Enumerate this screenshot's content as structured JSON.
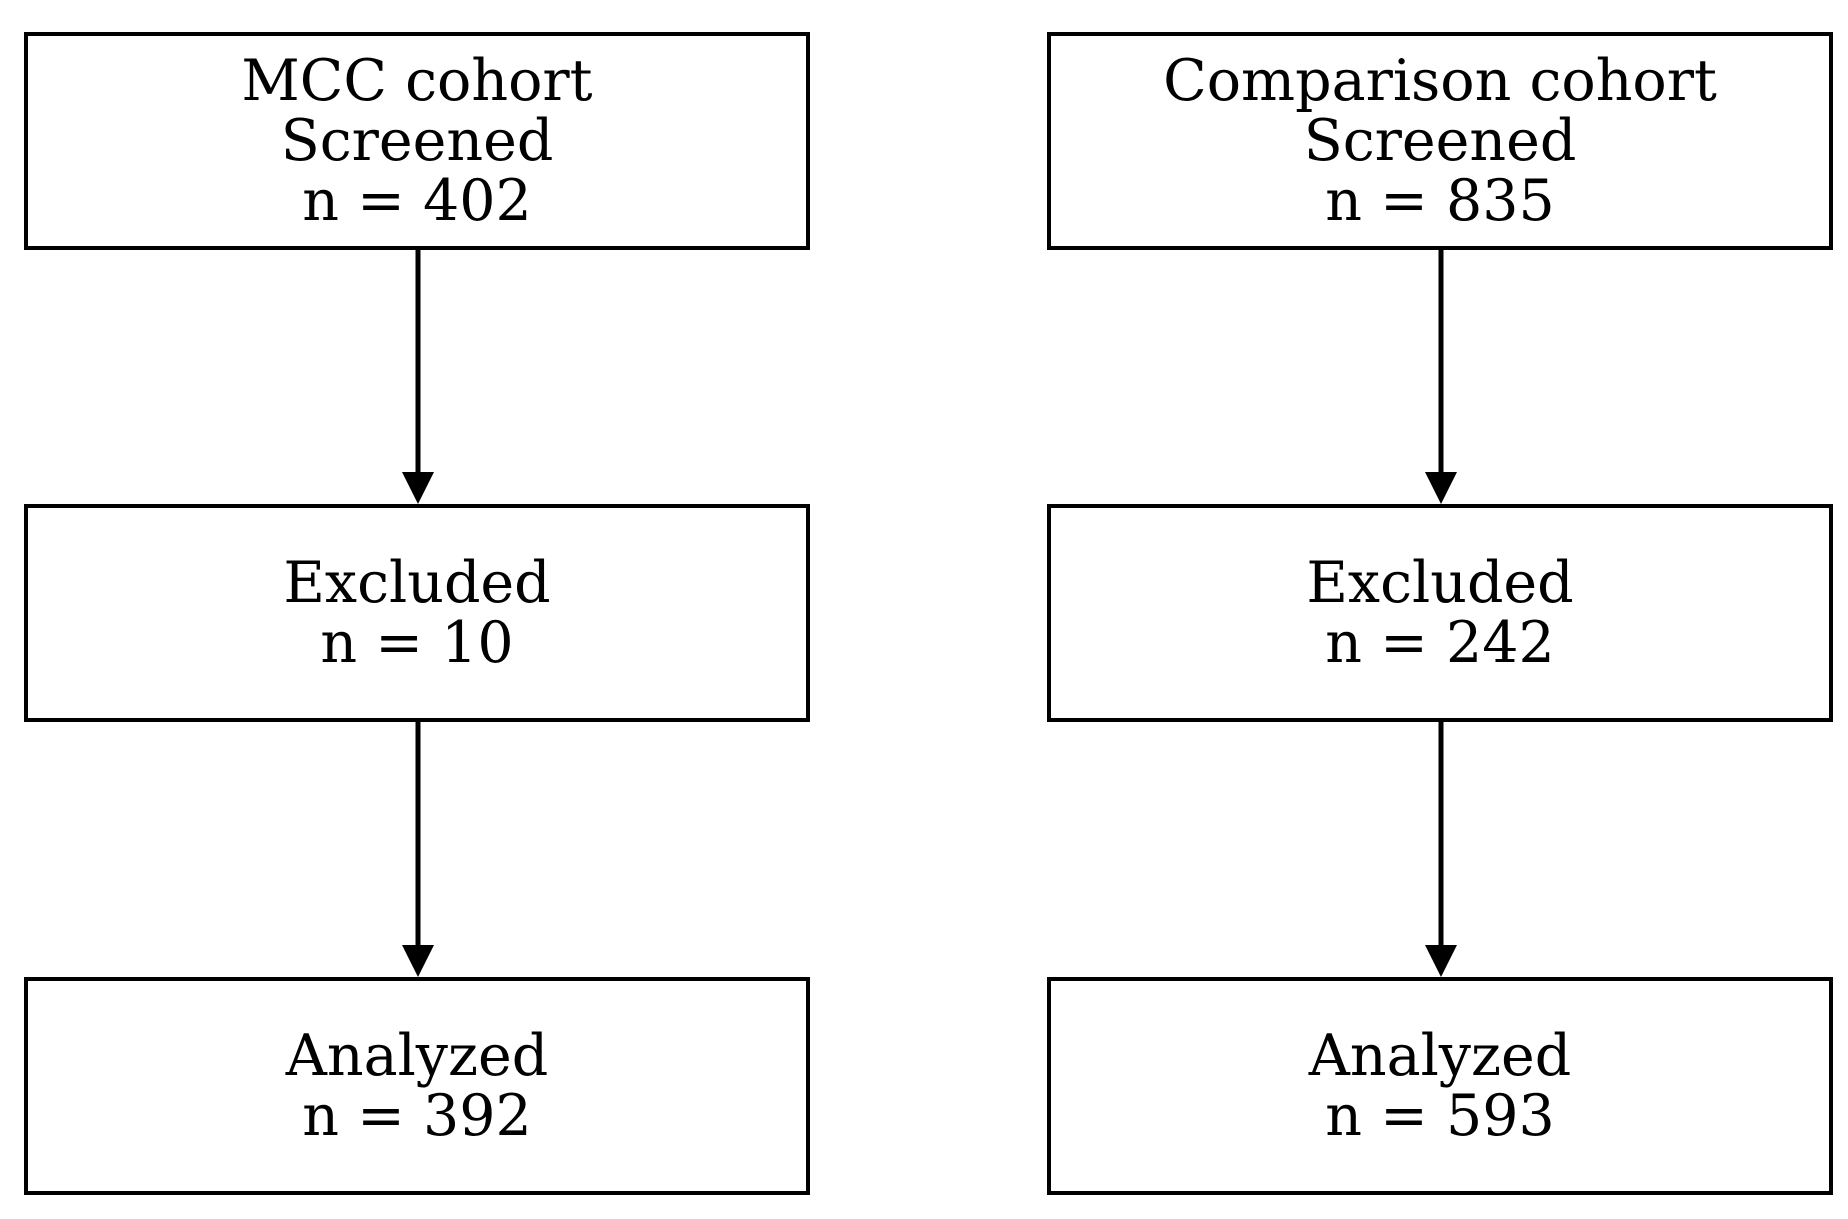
{
  "flowchart": {
    "left": {
      "screened": {
        "line1": "MCC cohort",
        "line2": "Screened",
        "line3": "n = 402"
      },
      "excluded": {
        "line1": "Excluded",
        "line2": "n = 10"
      },
      "analyzed": {
        "line1": "Analyzed",
        "line2": "n = 392"
      }
    },
    "right": {
      "screened": {
        "line1": "Comparison cohort",
        "line2": "Screened",
        "line3": "n = 835"
      },
      "excluded": {
        "line1": "Excluded",
        "line2": "n = 242"
      },
      "analyzed": {
        "line1": "Analyzed",
        "line2": "n = 593"
      }
    }
  },
  "colors": {
    "stroke": "#000000",
    "fill": "#ffffff"
  }
}
